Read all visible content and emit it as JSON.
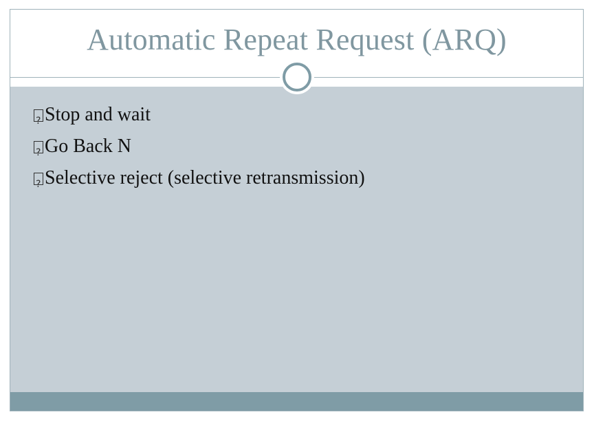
{
  "slide": {
    "title": "Automatic Repeat Request (ARQ)",
    "bullets": [
      "Stop and wait",
      "Go Back N",
      "Selective reject (selective retransmission)"
    ]
  },
  "colors": {
    "title_text": "#8097a0",
    "content_background": "#c5cfd6",
    "footer_band": "#7f9ca6",
    "ring": "#7f9ca6"
  },
  "icons": {
    "title_ring": "circle-ring-icon",
    "bullet": "missing-glyph-box-icon"
  }
}
